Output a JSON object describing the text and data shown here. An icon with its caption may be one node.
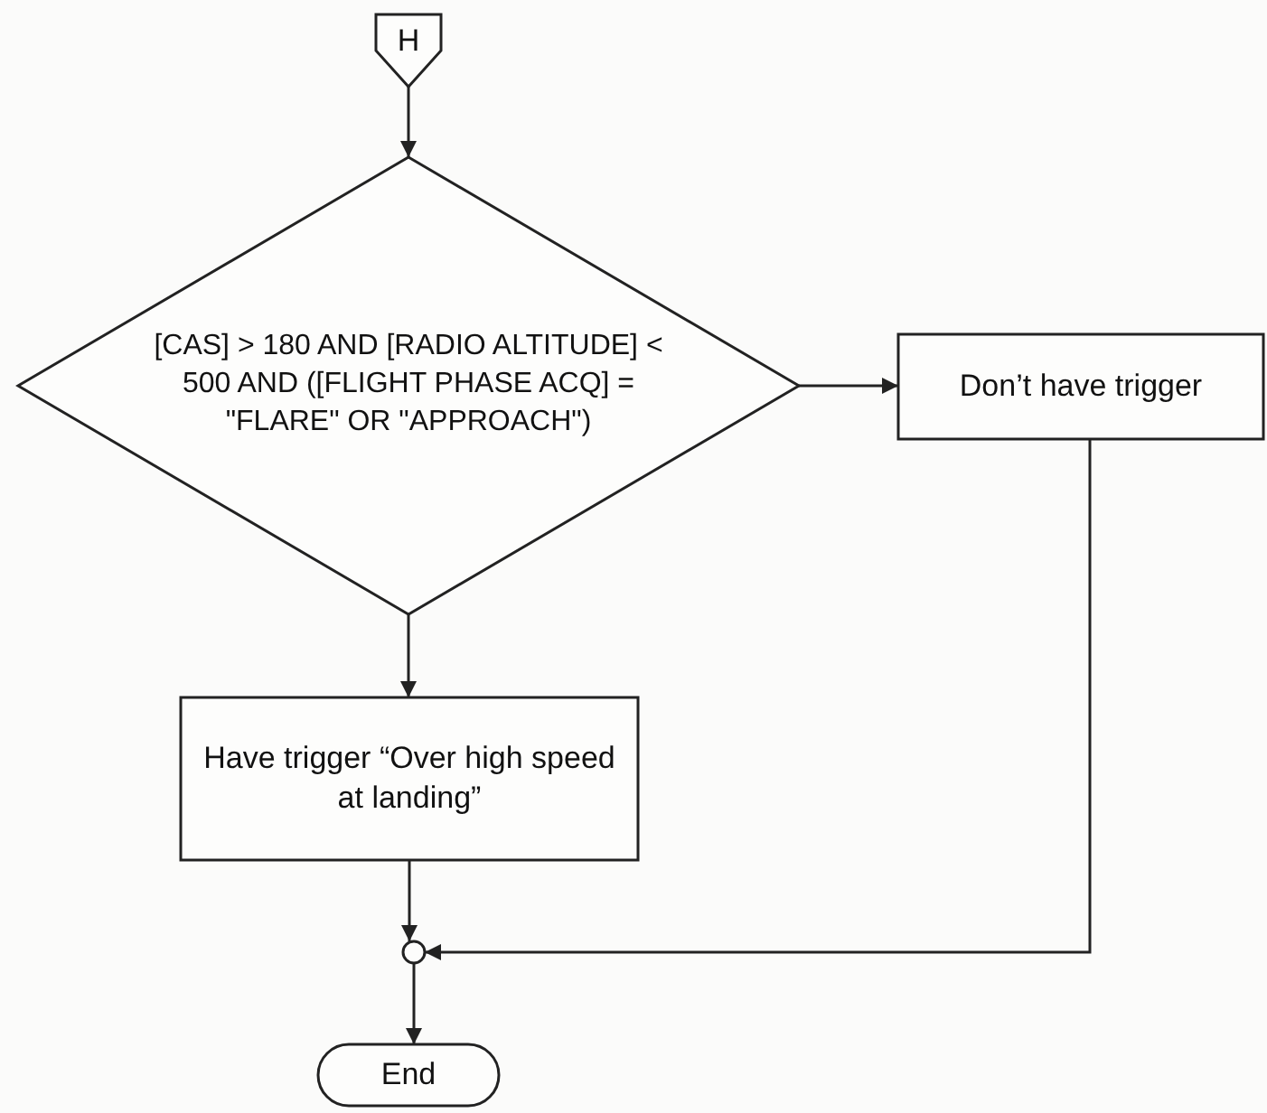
{
  "diagram": {
    "nodes": [
      {
        "text": [
          "H"
        ]
      },
      {
        "text": [
          "[CAS] > 180 AND [RADIO ALTITUDE] < 500 AND ([FLIGHT PHASE ACQ] = \"FLARE\" OR \"APPROACH\")"
        ]
      },
      {
        "text": [
          "Don’t have trigger"
        ]
      },
      {
        "text": [
          "Have trigger “Over high speed at landing”"
        ]
      },
      {
        "text": [],
        "shape": "circle"
      },
      {
        "text": [
          "End"
        ]
      }
    ],
    "edges": [
      {
        "from": 0,
        "to": 1,
        "arrow": "to"
      },
      {
        "from": 1,
        "to": 2,
        "arrow": "to"
      },
      {
        "from": 1,
        "to": 3,
        "arrow": "to"
      },
      {
        "from": 3,
        "to": 4,
        "arrow": "to"
      },
      {
        "from": 2,
        "to": 4,
        "arrow": "to"
      },
      {
        "from": 4,
        "to": 5,
        "arrow": "to"
      }
    ]
  }
}
